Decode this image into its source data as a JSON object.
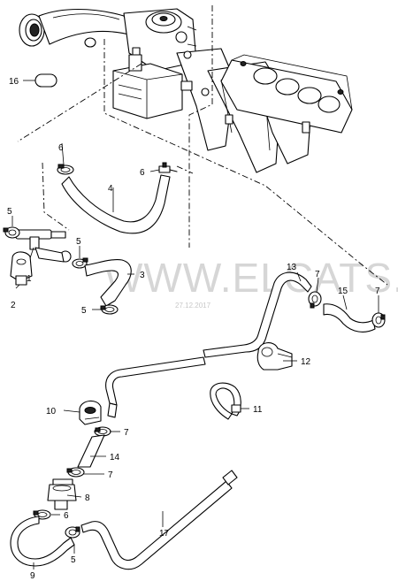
{
  "watermark": "WWW.ELCATS.RU",
  "date_stamp": "27.12.2017",
  "callouts": {
    "c1": "1",
    "c2": "2",
    "c3": "3",
    "c4": "4",
    "c5a": "5",
    "c5b": "5",
    "c5c": "5",
    "c5d": "5",
    "c6a": "6",
    "c6b": "6",
    "c6c": "6",
    "c7a": "7",
    "c7b": "7",
    "c7c": "7",
    "c7d": "7",
    "c8": "8",
    "c9": "9",
    "c10": "10",
    "c11": "11",
    "c12": "12",
    "c13": "13",
    "c14": "14",
    "c15": "15",
    "c16": "16",
    "c17": "17"
  }
}
